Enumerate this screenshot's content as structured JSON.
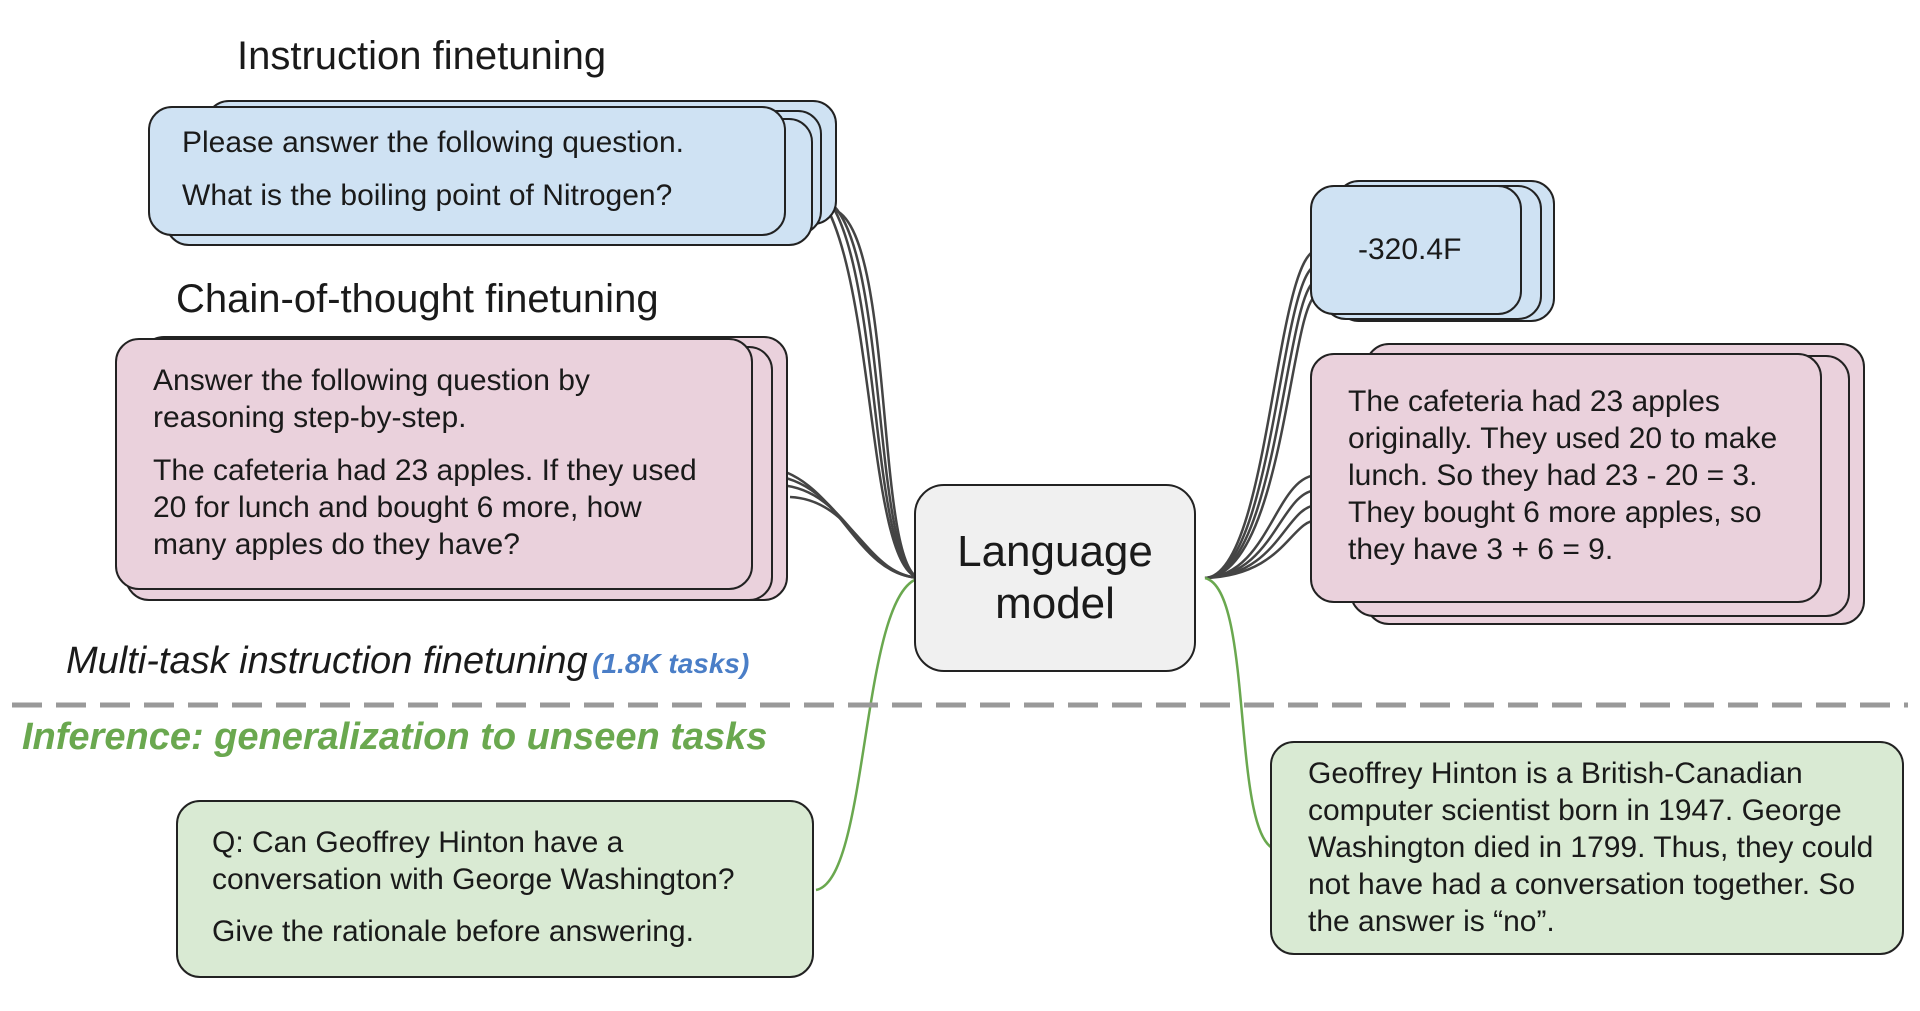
{
  "training": {
    "instruction_title": "Instruction finetuning",
    "instruction_prompt": [
      "Please answer the following question.",
      "What is the boiling point of Nitrogen?"
    ],
    "cot_title": "Chain-of-thought finetuning",
    "cot_prompt": [
      "Answer the following question by reasoning step-by-step.",
      "The cafeteria had 23 apples. If they used 20 for lunch and bought 6 more, how many apples do they have?"
    ],
    "multitask_label": "Multi-task instruction finetuning",
    "tasks_count": "(1.8K tasks)"
  },
  "model": {
    "label": "Language model"
  },
  "outputs": {
    "instruction_answer": "-320.4F",
    "cot_answer": "The cafeteria had 23 apples originally. They used 20 to make lunch. So they had 23 - 20 = 3. They bought 6 more apples, so they have 3 + 6 = 9."
  },
  "inference": {
    "label": "Inference: generalization to unseen tasks",
    "prompt": [
      "Q: Can Geoffrey Hinton have a conversation with George Washington?",
      "Give the rationale before answering."
    ],
    "answer": "Geoffrey Hinton is a British-Canadian computer scientist born in 1947. George Washington died in 1799. Thus, they could not have had a conversation together. So the answer is “no”."
  },
  "colors": {
    "blue": "#cfe2f3",
    "pink": "#ead1dc",
    "green": "#d9ead3",
    "wire": "#444444",
    "green_wire": "#6aa84f",
    "divider": "#999999",
    "tasks": "#4a7ec7"
  }
}
